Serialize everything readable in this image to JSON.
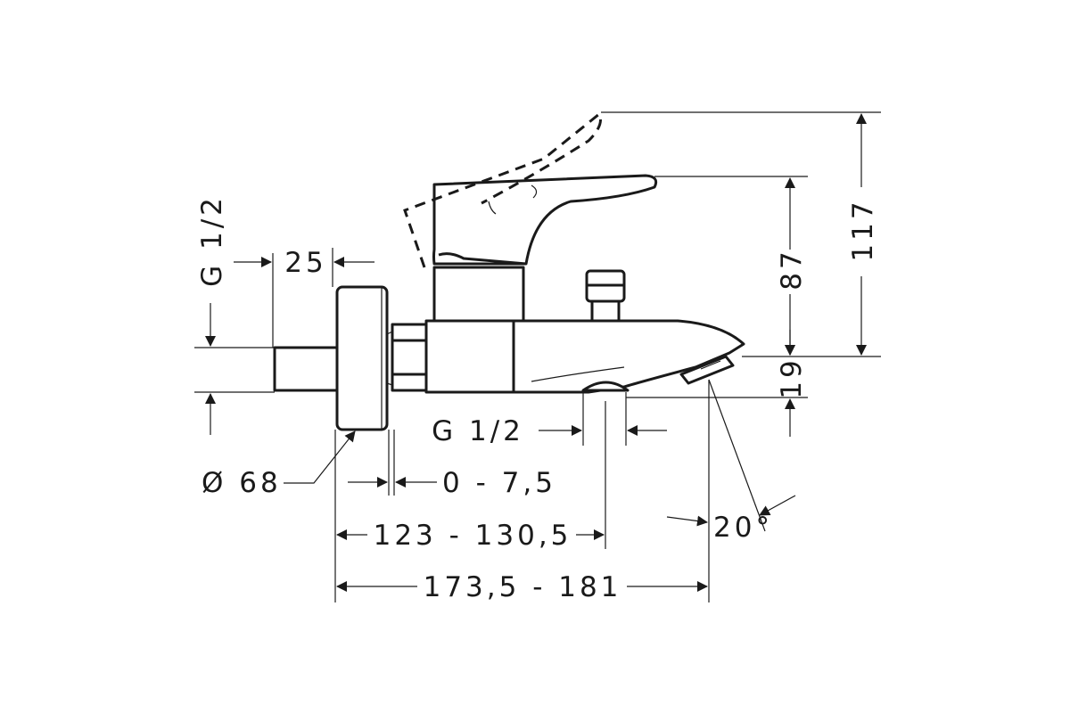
{
  "labels": {
    "thread_left": "G 1/2",
    "offset_25": "25",
    "diameter": "Ø 68",
    "range_0_7_5": "0 - 7,5",
    "thread_bottom": "G 1/2",
    "range_123": "123 - 130,5",
    "range_173": "173,5 - 181",
    "height_87": "87",
    "height_117": "117",
    "height_19": "19",
    "angle": "20°"
  },
  "colors": {
    "ink": "#1a1a1a",
    "background": "#ffffff"
  }
}
